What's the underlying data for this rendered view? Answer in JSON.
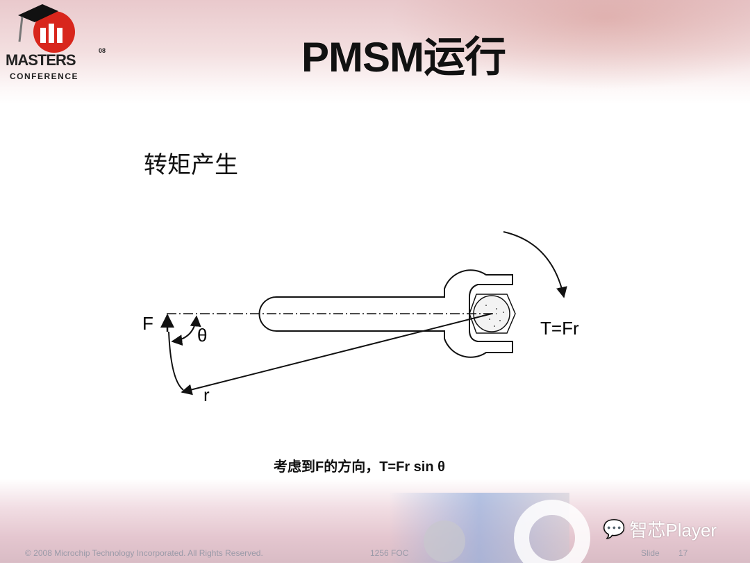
{
  "logo": {
    "name": "MASTERS",
    "sub": "CONFERENCE",
    "year": "08"
  },
  "title": "PMSM运行",
  "subtitle": "转矩产生",
  "diagram": {
    "force_label": "F",
    "angle_label": "θ",
    "radius_label": "r",
    "torque_label": "T=Fr"
  },
  "caption": "考虑到F的方向，T=Fr sin θ",
  "footer": {
    "copyright": "© 2008 Microchip Technology Incorporated. All Rights Reserved.",
    "course": "1256 FOC",
    "slide_label": "Slide",
    "slide_number": "17"
  },
  "watermark": "智芯Player",
  "colors": {
    "logo_red": "#d8261c",
    "text": "#111111"
  }
}
